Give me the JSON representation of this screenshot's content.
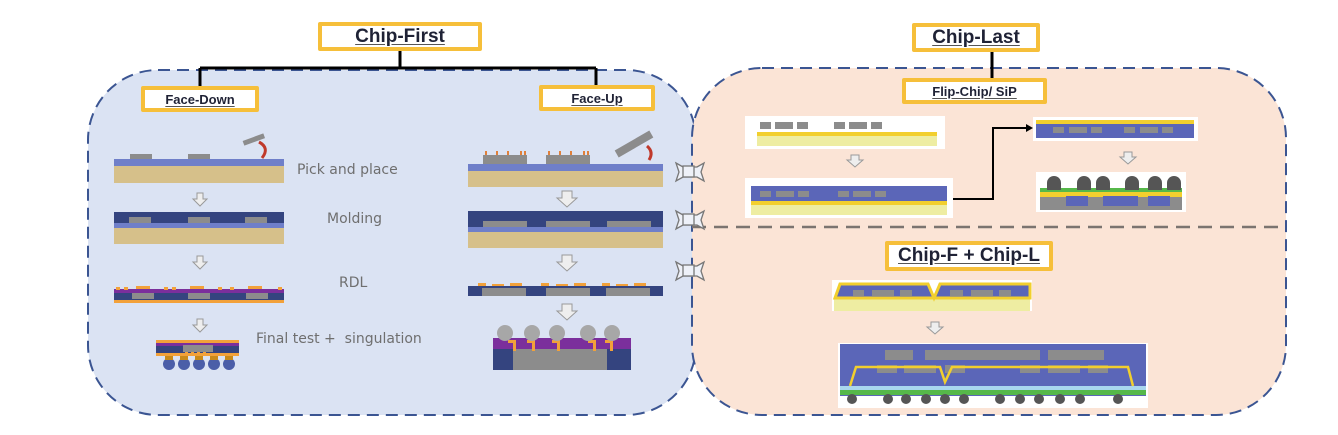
{
  "chip_first": {
    "title": "Chip-First",
    "branches": [
      {
        "label": "Face-Down"
      },
      {
        "label": "Face-Up"
      }
    ],
    "steps": [
      {
        "label": "Pick and place"
      },
      {
        "label": "Molding"
      },
      {
        "label": "RDL"
      },
      {
        "label": "Final test +  singulation"
      }
    ]
  },
  "chip_last": {
    "title": "Chip-Last",
    "branch": {
      "label": "Flip-Chip/ SiP"
    },
    "combined": {
      "label": "Chip-F + Chip-L"
    }
  },
  "colors": {
    "title_border": "#f6bf3a",
    "chip_first_panel": "#dbe3f3",
    "chip_last_panel": "#fbe4d6",
    "dash_border": "#3b5592",
    "substrate": "#d6c08a",
    "carrier_blue": "#6f7fc9",
    "mold_navy": "#34447f",
    "die_gray": "#8c8c8c",
    "rdl_orange": "#f2a13a",
    "dielectric_purple": "#7b2f9c",
    "solder_blue": "#4b5ea8",
    "flipchip_mold": "#5b66b8",
    "flipchip_substrate": "#eeeda2",
    "flipchip_yellow": "#f2cf2e",
    "green_layer": "#56b84a",
    "lightblue_layer": "#a9d6ee",
    "arrow_curve_red": "#c0392b"
  }
}
